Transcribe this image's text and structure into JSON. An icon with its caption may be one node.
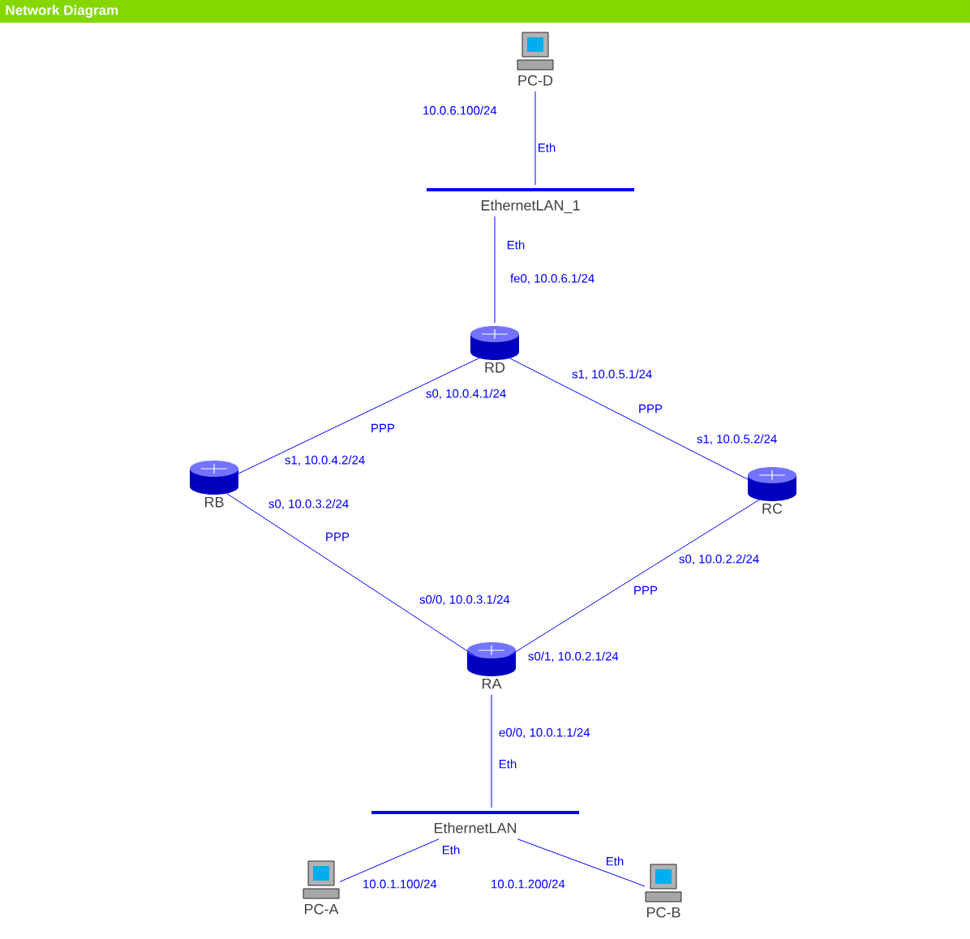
{
  "diagram": {
    "title": "Network Diagram",
    "nodes": [
      {
        "text": [
          "PC-D"
        ]
      },
      {
        "text": [
          "EthernetLAN_1"
        ]
      },
      {
        "text": [
          "RD"
        ]
      },
      {
        "text": [
          "RB"
        ]
      },
      {
        "text": [
          "RC"
        ]
      },
      {
        "text": [
          "RA"
        ]
      },
      {
        "text": [
          "EthernetLAN"
        ]
      },
      {
        "text": [
          "PC-A"
        ]
      },
      {
        "text": [
          "PC-B"
        ]
      }
    ],
    "edges": [
      {
        "from": 0,
        "to": 1,
        "arrow": "none",
        "label": "Eth"
      },
      {
        "from": 1,
        "to": 2,
        "arrow": "none",
        "label": "Eth"
      },
      {
        "from": 2,
        "to": 3,
        "arrow": "none",
        "label": "PPP"
      },
      {
        "from": 2,
        "to": 4,
        "arrow": "none",
        "label": "PPP"
      },
      {
        "from": 3,
        "to": 5,
        "arrow": "none",
        "label": "PPP"
      },
      {
        "from": 4,
        "to": 5,
        "arrow": "none",
        "label": "PPP"
      },
      {
        "from": 5,
        "to": 6,
        "arrow": "none",
        "label": "Eth"
      },
      {
        "from": 6,
        "to": 7,
        "arrow": "none",
        "label": "Eth"
      },
      {
        "from": 6,
        "to": 8,
        "arrow": "none",
        "label": "Eth"
      }
    ],
    "labels": [
      "10.0.6.100/24",
      "fe0, 10.0.6.1/24",
      "s1, 10.0.5.1/24",
      "s0, 10.0.4.1/24",
      "s1, 10.0.5.2/24",
      "s1, 10.0.4.2/24",
      "s0, 10.0.3.2/24",
      "s0, 10.0.2.2/24",
      "s0/0, 10.0.3.1/24",
      "s0/1, 10.0.2.1/24",
      "e0/0, 10.0.1.1/24",
      "10.0.1.100/24",
      "10.0.1.200/24"
    ]
  }
}
